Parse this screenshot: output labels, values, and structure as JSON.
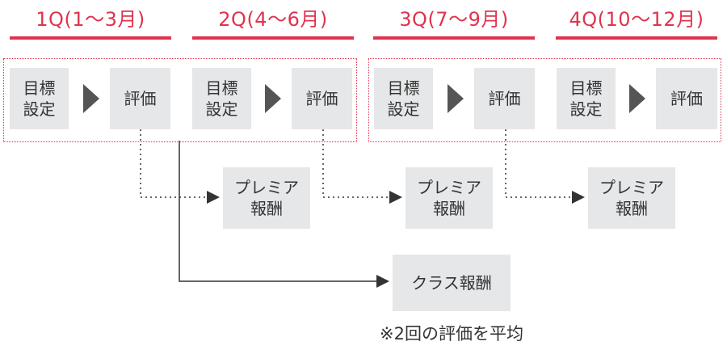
{
  "quarters": [
    {
      "label": "1Q(1〜3月)"
    },
    {
      "label": "2Q(4〜6月)"
    },
    {
      "label": "3Q(7〜9月)"
    },
    {
      "label": "4Q(10〜12月)"
    }
  ],
  "steps": {
    "goal": "目標\n設定",
    "eval": "評価"
  },
  "rewards": {
    "premium": "プレミア\n報酬",
    "class": "クラス報酬"
  },
  "note": "※2回の評価を平均",
  "colors": {
    "accent": "#e0334f",
    "box": "#e6e7e8",
    "arrow": "#555555"
  }
}
